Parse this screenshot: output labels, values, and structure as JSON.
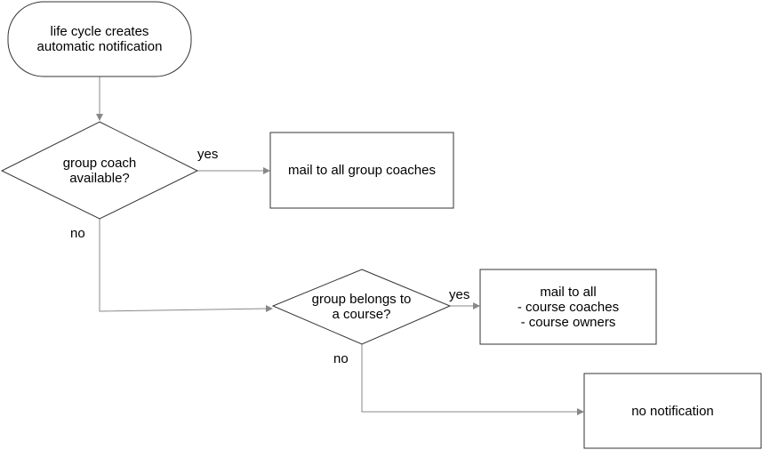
{
  "nodes": {
    "start": {
      "lines": [
        "life cycle creates",
        "automatic notification"
      ]
    },
    "decision_coach": {
      "lines": [
        "group coach",
        "available?"
      ]
    },
    "mail_coaches": {
      "lines": [
        "mail to all group coaches"
      ]
    },
    "decision_course": {
      "lines": [
        "group belongs to",
        "a course?"
      ]
    },
    "mail_course": {
      "lines": [
        "mail to all",
        "- course coaches",
        "- course owners"
      ]
    },
    "no_notification": {
      "lines": [
        "no notification"
      ]
    }
  },
  "edges": {
    "coach_yes": "yes",
    "coach_no": "no",
    "course_yes": "yes",
    "course_no": "no"
  },
  "colors": {
    "shape_stroke": "#333333",
    "edge_stroke": "#888888",
    "background": "#ffffff"
  }
}
